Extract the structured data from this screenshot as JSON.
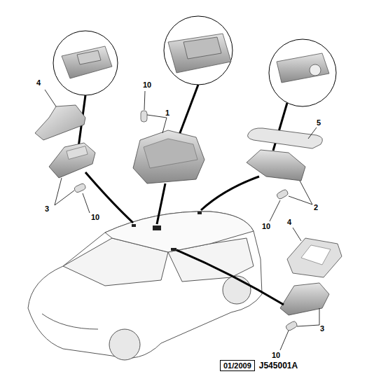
{
  "diagram": {
    "nodes": [
      {
        "text": [
          "01/2009"
        ]
      }
    ],
    "edges": [],
    "labels": [
      "4",
      "10",
      "1",
      "5",
      "3",
      "10",
      "2",
      "10",
      "4",
      "3",
      "10",
      "J545001A"
    ]
  }
}
